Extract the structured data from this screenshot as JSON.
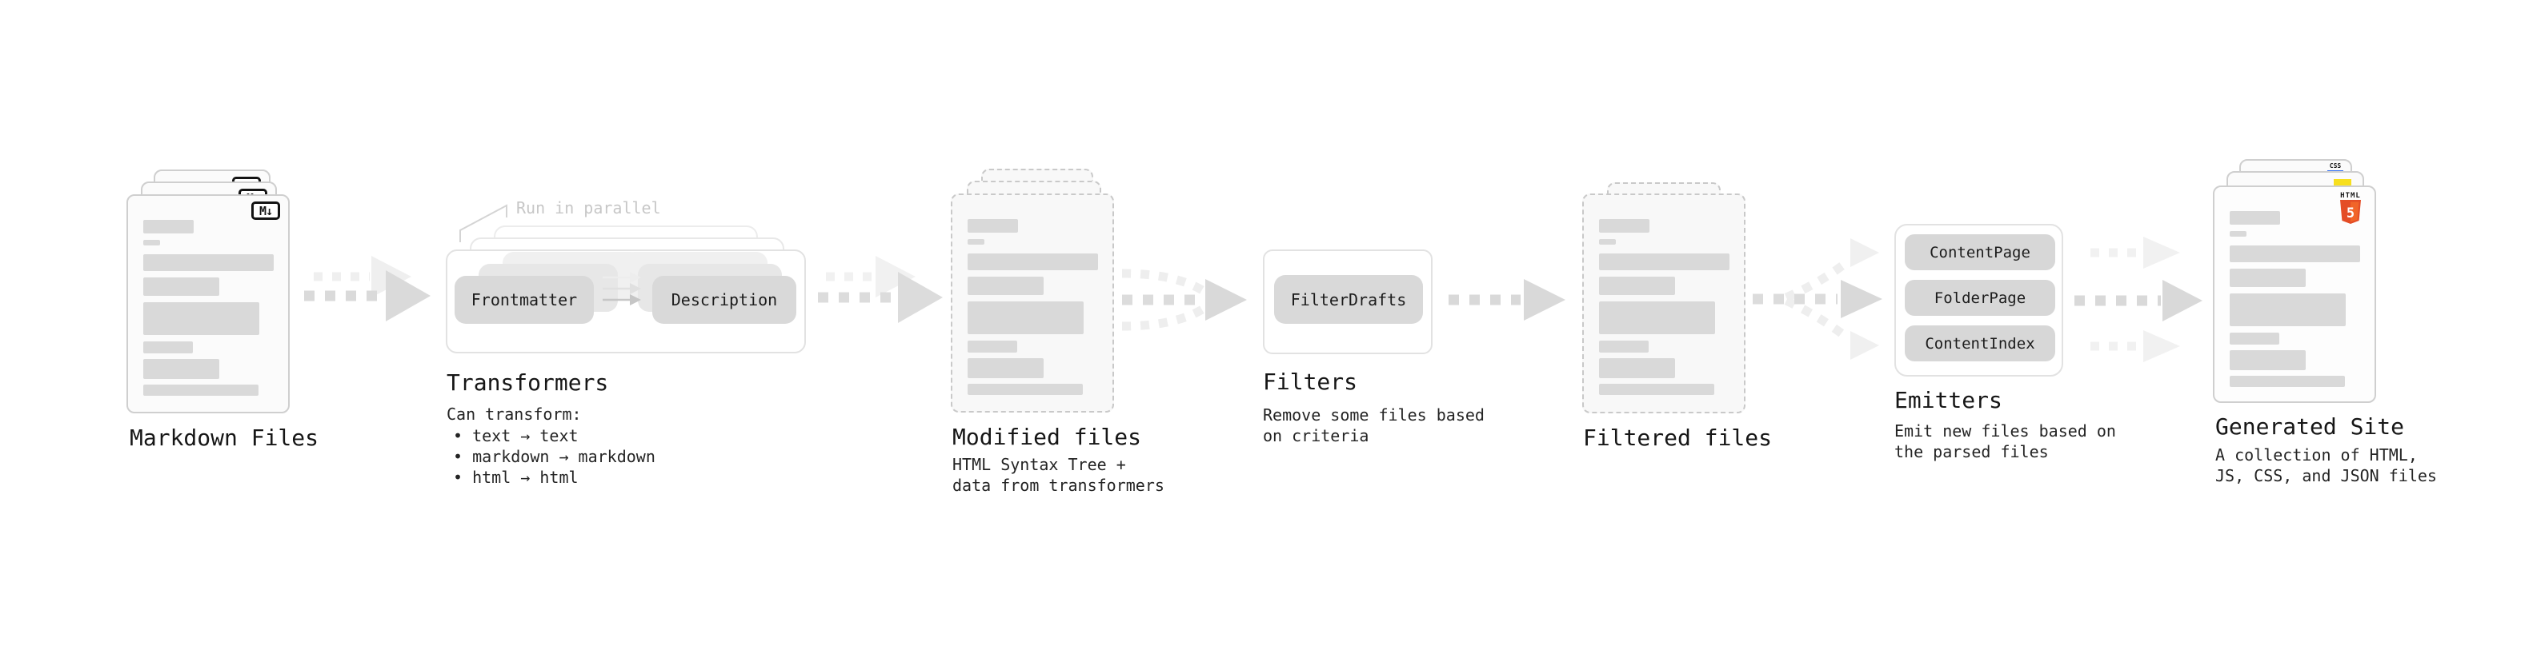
{
  "stages": {
    "markdown": {
      "title": "Markdown Files",
      "icon": "M↓"
    },
    "transformers": {
      "title": "Transformers",
      "note": "Run in parallel",
      "pill_left": "Frontmatter",
      "pill_right": "Description",
      "caption": "Can transform:",
      "bullets": "• text → text\n• markdown → markdown\n• html → html"
    },
    "modified": {
      "title": "Modified files",
      "caption": "HTML Syntax Tree +\ndata from transformers"
    },
    "filters": {
      "title": "Filters",
      "pill": "FilterDrafts",
      "caption": "Remove some files based\non criteria"
    },
    "filtered": {
      "title": "Filtered files"
    },
    "emitters": {
      "title": "Emitters",
      "pills": [
        "ContentPage",
        "FolderPage",
        "ContentIndex"
      ],
      "caption": "Emit new files based on\nthe parsed files"
    },
    "generated": {
      "title": "Generated Site",
      "caption": "A collection of HTML,\nJS, CSS, and JSON files",
      "icons": {
        "html_label": "HTML",
        "html_number": "5",
        "css_label": "CSS"
      }
    }
  },
  "colors": {
    "card_border": "#cfcfcf",
    "dashed_border": "#c9c9c9",
    "placeholder_bar": "#d9d9d9",
    "arrow_main": "#d9d9d9",
    "arrow_ghost": "#efefef",
    "note_gray": "#c7c7c7",
    "html_orange": "#e44d26",
    "html_orange_light": "#f16529",
    "js_yellow": "#f7df1e",
    "css_blue": "#2e6bf0"
  }
}
